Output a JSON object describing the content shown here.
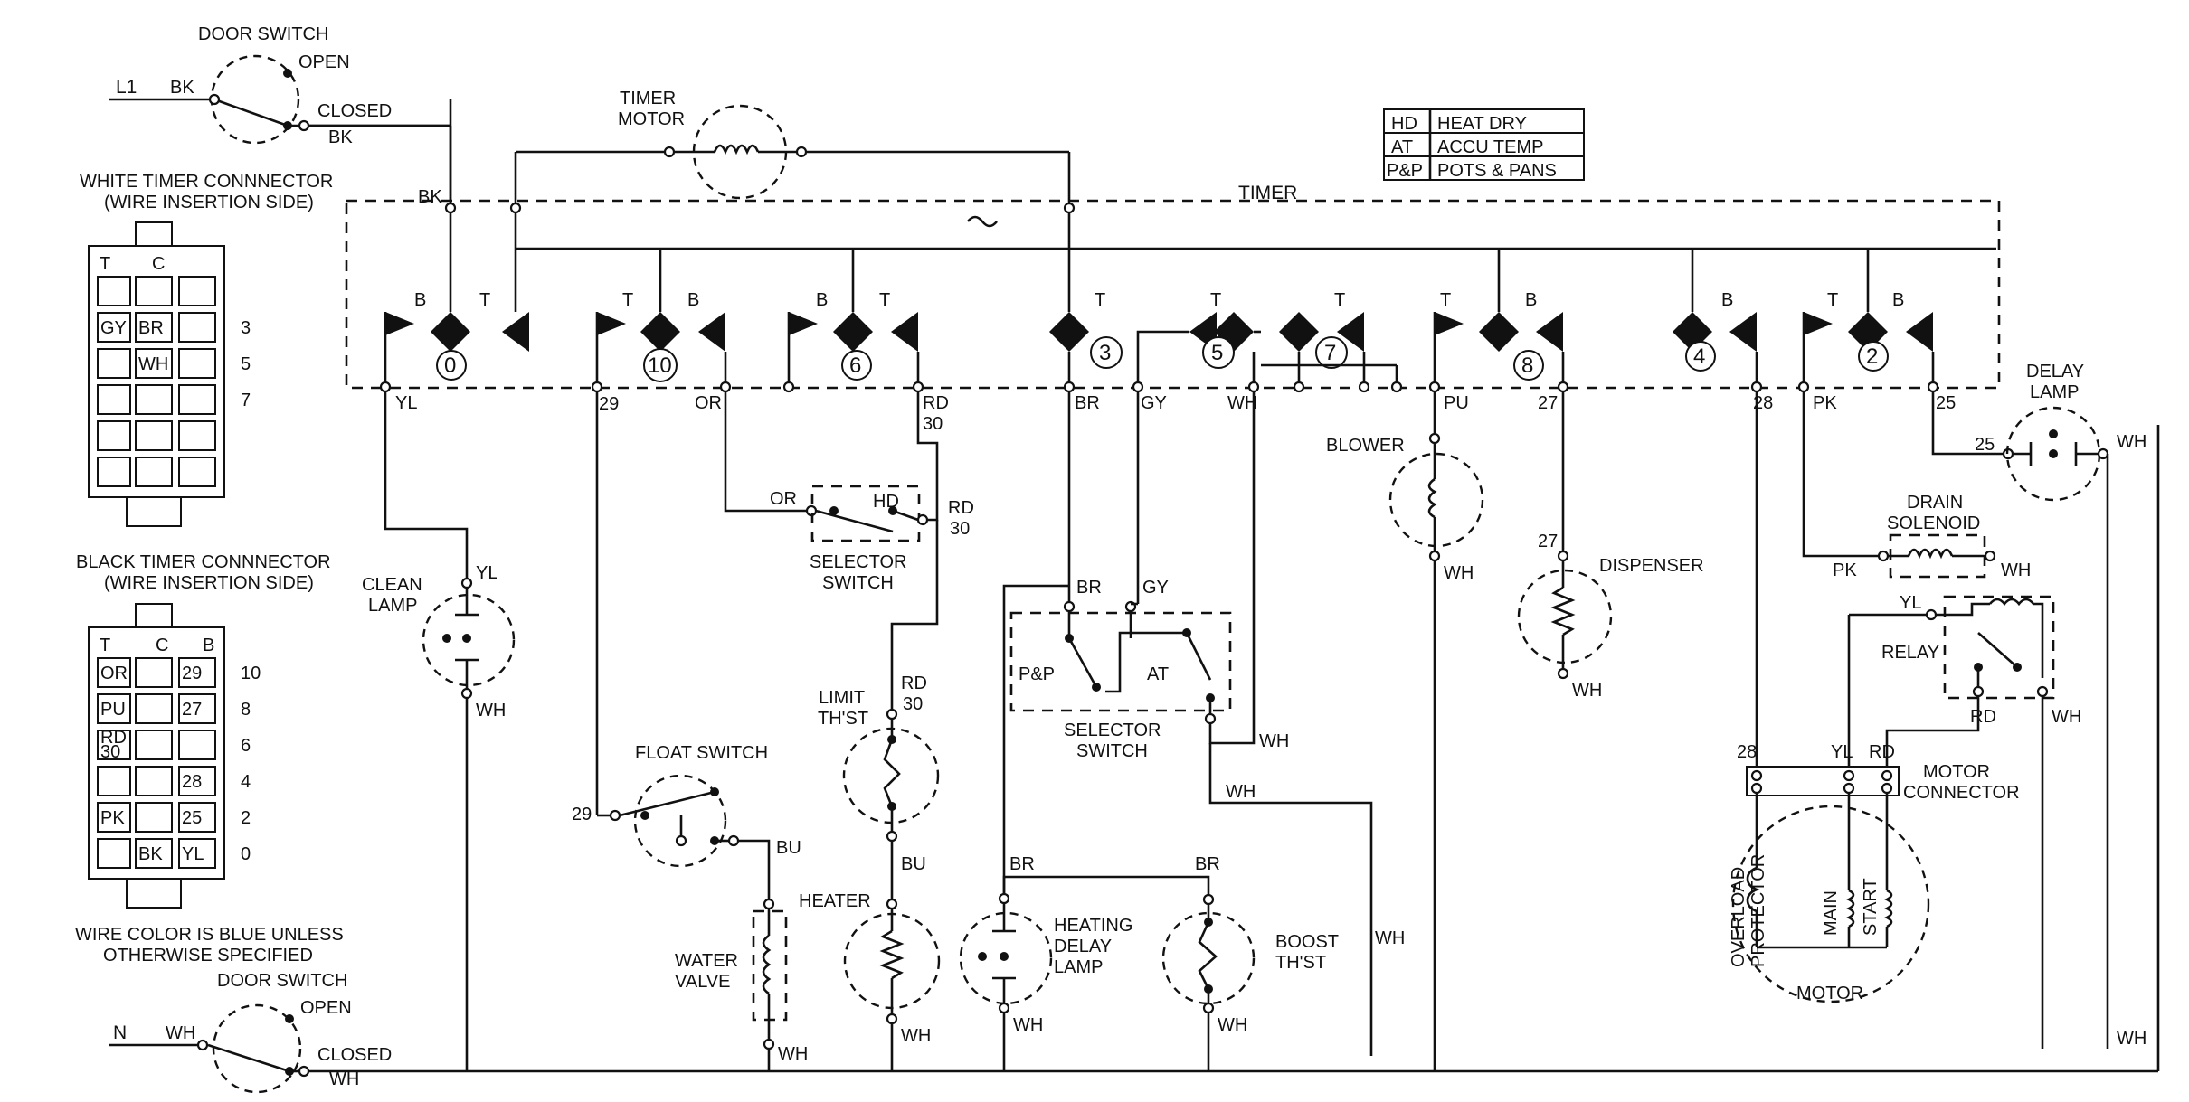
{
  "legend": [
    {
      "code": "HD",
      "text": "HEAT DRY"
    },
    {
      "code": "AT",
      "text": "ACCU  TEMP"
    },
    {
      "code": "P&P",
      "text": "POTS & PANS"
    }
  ],
  "labels": {
    "door_switch": "DOOR SWITCH",
    "open": "OPEN",
    "closed": "CLOSED",
    "l1": "L1",
    "n": "N",
    "timer_motor_1": "TIMER",
    "timer_motor_2": "MOTOR",
    "timer": "TIMER",
    "white_conn_1": "WHITE TIMER CONNNECTOR",
    "white_conn_2": "(WIRE INSERTION SIDE)",
    "black_conn_1": "BLACK TIMER CONNNECTOR",
    "black_conn_2": "(WIRE INSERTION SIDE)",
    "wire_note_1": "WIRE COLOR IS BLUE UNLESS",
    "wire_note_2": "OTHERWISE SPECIFIED",
    "clean_lamp_1": "CLEAN",
    "clean_lamp_2": "LAMP",
    "float_switch": "FLOAT SWITCH",
    "water_valve_1": "WATER",
    "water_valve_2": "VALVE",
    "selector_switch_1": "SELECTOR",
    "selector_switch_2": "SWITCH",
    "limit_thst_1": "LIMIT",
    "limit_thst_2": "TH'ST",
    "heater": "HEATER",
    "heating_delay_1": "HEATING",
    "heating_delay_2": "DELAY",
    "heating_delay_3": "LAMP",
    "boost_1": "BOOST",
    "boost_2": "TH'ST",
    "blower": "BLOWER",
    "dispenser": "DISPENSER",
    "delay_lamp_1": "DELAY",
    "delay_lamp_2": "LAMP",
    "drain_1": "DRAIN",
    "drain_2": "SOLENOID",
    "relay": "RELAY",
    "motor_conn_1": "MOTOR",
    "motor_conn_2": "CONNECTOR",
    "overload_1": "OVERLOAD",
    "overload_2": "PROTECTOR",
    "main": "MAIN",
    "start": "START",
    "motor": "MOTOR",
    "hd": "HD",
    "pp": "P&P",
    "at": "AT",
    "conn_t": "T",
    "conn_c": "C",
    "conn_b": "B"
  },
  "wires": {
    "BK": "BK",
    "YL": "YL",
    "WH": "WH",
    "OR": "OR",
    "RD": "RD",
    "N30": "30",
    "BR": "BR",
    "GY": "GY",
    "PU": "PU",
    "PK": "PK",
    "BU": "BU",
    "n29": "29",
    "n27": "27",
    "n28": "28",
    "n25": "25"
  },
  "contacts": {
    "T": "T",
    "B": "B"
  },
  "cams": [
    "0",
    "10",
    "6",
    "3",
    "5",
    "7",
    "8",
    "4",
    "2"
  ],
  "white_connector": {
    "rows": [
      {
        "cells": [
          "",
          "",
          ""
        ],
        "num": ""
      },
      {
        "cells": [
          "GY",
          "BR",
          ""
        ],
        "num": "3"
      },
      {
        "cells": [
          "",
          "WH",
          ""
        ],
        "num": "5"
      },
      {
        "cells": [
          "",
          "",
          ""
        ],
        "num": "7"
      },
      {
        "cells": [
          "",
          "",
          ""
        ],
        "num": ""
      },
      {
        "cells": [
          "",
          "",
          ""
        ],
        "num": ""
      }
    ]
  },
  "black_connector": {
    "rows": [
      {
        "cells": [
          "OR",
          "",
          "29"
        ],
        "num": "10"
      },
      {
        "cells": [
          "PU",
          "",
          "27"
        ],
        "num": "8"
      },
      {
        "cells": [
          "RD 30",
          "",
          ""
        ],
        "num": "6"
      },
      {
        "cells": [
          "",
          "",
          "28"
        ],
        "num": "4"
      },
      {
        "cells": [
          "PK",
          "",
          "25"
        ],
        "num": "2"
      },
      {
        "cells": [
          "",
          "BK",
          "YL"
        ],
        "num": "0"
      }
    ]
  }
}
